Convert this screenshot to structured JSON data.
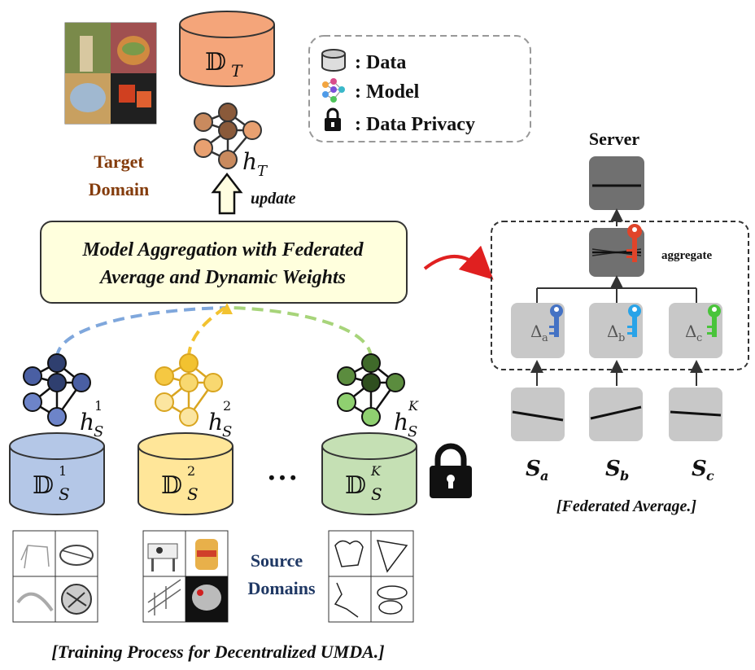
{
  "legend": {
    "data_label": ": Data",
    "model_label": ": Model",
    "privacy_label": ": Data Privacy"
  },
  "target": {
    "domain_label_line1": "Target",
    "domain_label_line2": "Domain",
    "dataset_symbol": "𝔻",
    "dataset_subscript": "T",
    "model_symbol": "h",
    "model_subscript": "T",
    "update_label": "update"
  },
  "aggregation": {
    "line1": "Model Aggregation with Federated",
    "line2": "Average and Dynamic Weights"
  },
  "sources": [
    {
      "dataset_symbol": "𝔻",
      "subscript": "S",
      "superscript": "1",
      "model_symbol": "h",
      "model_subscript": "S",
      "model_superscript": "1"
    },
    {
      "dataset_symbol": "𝔻",
      "subscript": "S",
      "superscript": "2",
      "model_symbol": "h",
      "model_subscript": "S",
      "model_superscript": "2"
    },
    {
      "dataset_symbol": "𝔻",
      "subscript": "S",
      "superscript": "K",
      "model_symbol": "h",
      "model_subscript": "S",
      "model_superscript": "K"
    }
  ],
  "ellipsis": "• • •",
  "source_domains_line1": "Source",
  "source_domains_line2": "Domains",
  "caption_left": "[Training Process for Decentralized UMDA.]",
  "fedavg": {
    "server_label": "Server",
    "aggregate_label": "aggregate",
    "deltas": [
      {
        "symbol": "Δ",
        "sub": "a"
      },
      {
        "symbol": "Δ",
        "sub": "b"
      },
      {
        "symbol": "Δ",
        "sub": "c"
      }
    ],
    "clients": [
      {
        "symbol": "S",
        "sub": "a"
      },
      {
        "symbol": "S",
        "sub": "b"
      },
      {
        "symbol": "S",
        "sub": "c"
      }
    ],
    "caption": "[Federated Average.]"
  },
  "colors": {
    "target_cyl": "#f4a57a",
    "target_net": "#c98a5e",
    "src1_cyl": "#b4c7e7",
    "src1_net": "#4a5fa3",
    "src2_cyl": "#ffe699",
    "src2_net": "#f5c842",
    "src3_cyl": "#c5e0b4",
    "src3_net": "#5b8c3e",
    "agg_box": "#ffffdd",
    "key_red": "#e0442a",
    "key_blue": "#4472c4",
    "key_cyan": "#29a3e8",
    "key_green": "#49c43a",
    "target_text": "#843c0c",
    "source_text": "#1f3864"
  }
}
